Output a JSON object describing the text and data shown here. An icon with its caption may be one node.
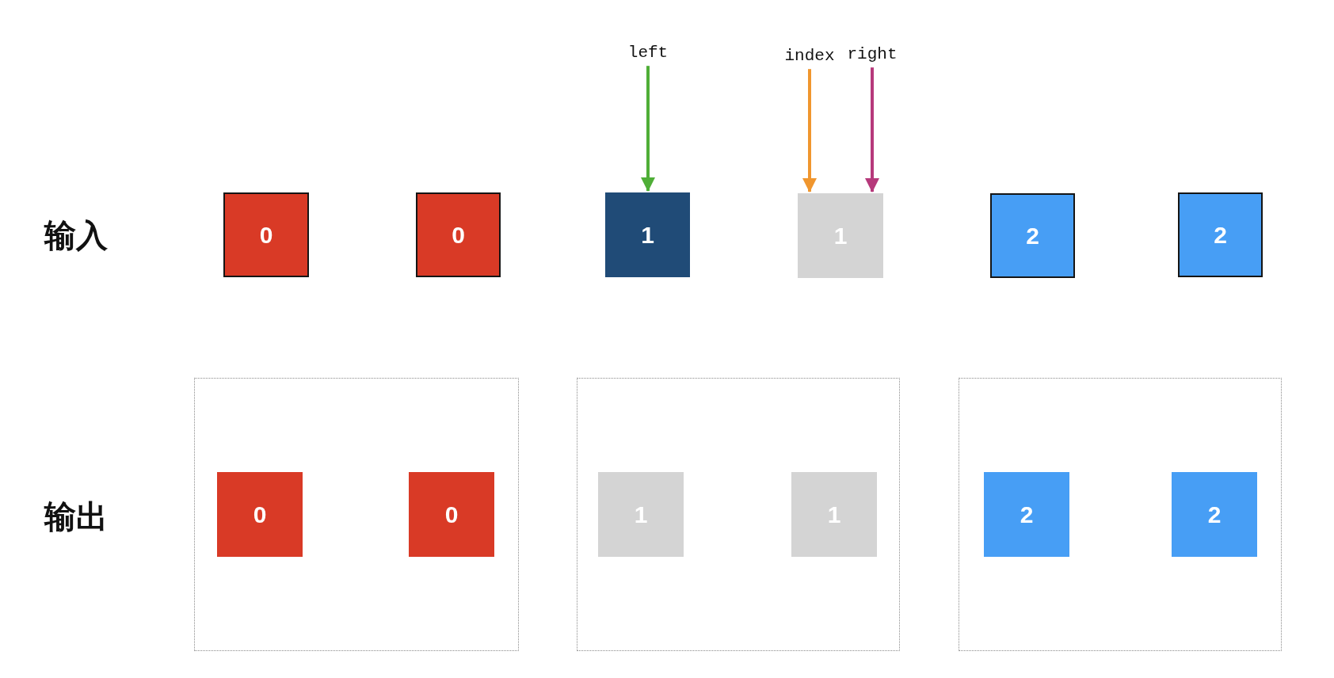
{
  "diagram": {
    "nodes": [
      {
        "text": [
          "left"
        ]
      },
      {
        "text": [
          "index"
        ]
      },
      {
        "text": [
          "right"
        ]
      },
      {
        "text": [
          "0"
        ]
      },
      {
        "text": [
          "0"
        ]
      },
      {
        "text": [
          "1"
        ]
      },
      {
        "text": [
          "1"
        ]
      },
      {
        "text": [
          "2"
        ]
      },
      {
        "text": [
          "2"
        ]
      },
      {
        "text": [],
        "shape": "box"
      },
      {
        "text": [
          "0"
        ],
        "in": 9
      },
      {
        "text": [
          "0"
        ],
        "in": 9
      },
      {
        "text": [],
        "shape": "box"
      },
      {
        "text": [
          "1"
        ],
        "in": 12
      },
      {
        "text": [
          "1"
        ],
        "in": 12
      },
      {
        "text": [],
        "shape": "box"
      },
      {
        "text": [
          "2"
        ],
        "in": 15
      },
      {
        "text": [
          "2"
        ],
        "in": 15
      }
    ],
    "edges": [
      {
        "from": 0,
        "to": 5,
        "arrow": "to",
        "color": "#4fae37"
      },
      {
        "from": 1,
        "to": 6,
        "arrow": "to",
        "color": "#f0962e"
      },
      {
        "from": 2,
        "to": 6,
        "arrow": "to",
        "color": "#b6397b"
      }
    ],
    "labels": [
      "输入",
      "输出"
    ]
  }
}
